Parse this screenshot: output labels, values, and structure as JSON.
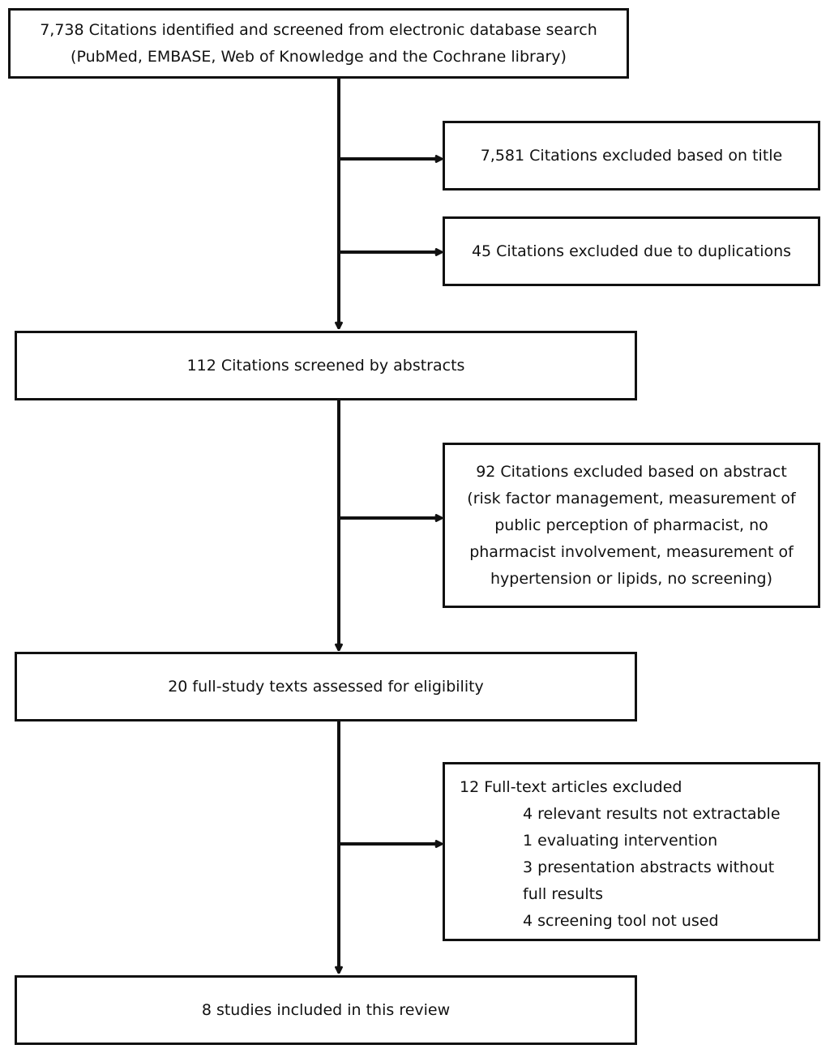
{
  "flow": {
    "identified": {
      "line1": "7,738 Citations identified and screened from electronic database search",
      "line2": "(PubMed, EMBASE, Web of Knowledge and the Cochrane library)"
    },
    "excluded_title": "7,581 Citations excluded based on title",
    "excluded_duplicates": "45 Citations excluded due to duplications",
    "screened_abstracts": "112 Citations screened by abstracts",
    "excluded_abstract": {
      "line1": "92 Citations excluded based on abstract",
      "line2": "(risk factor management, measurement of",
      "line3": "public perception of pharmacist, no",
      "line4": "pharmacist involvement, measurement of",
      "line5": "hypertension or lipids, no screening)"
    },
    "full_text_assessed": "20 full-study texts assessed for eligibility",
    "excluded_full_text": {
      "heading": "12 Full-text articles excluded",
      "item1": "4 relevant results not extractable",
      "item2": "1 evaluating intervention",
      "item3a": "3 presentation abstracts without",
      "item3b": "full results",
      "item4": "4 screening tool not used"
    },
    "included": "8 studies included in this review"
  }
}
